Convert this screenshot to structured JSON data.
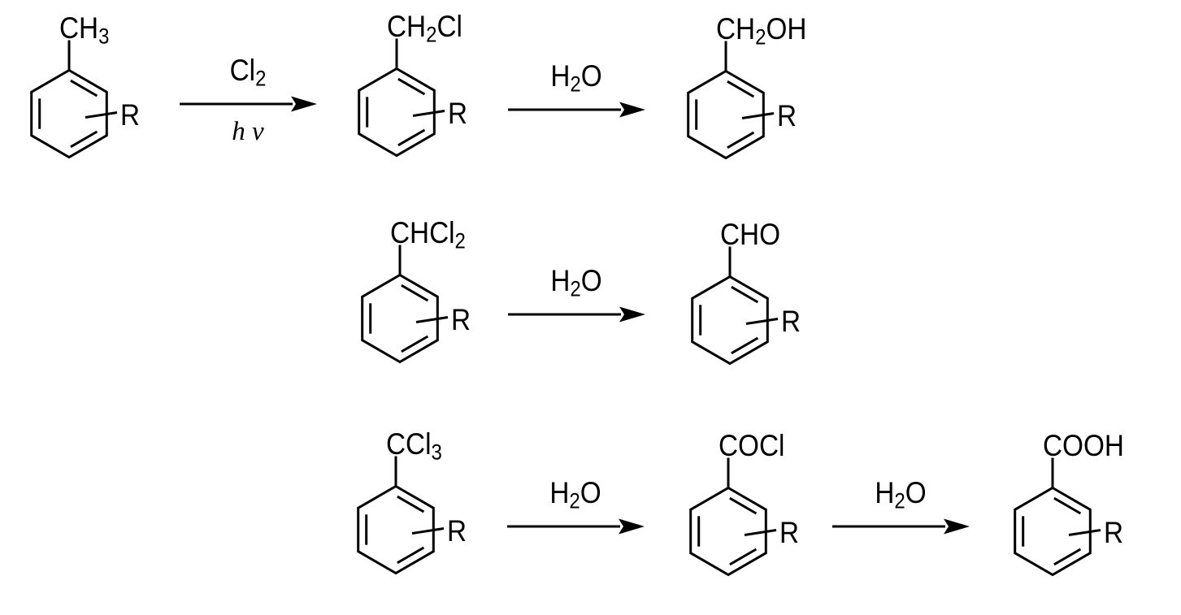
{
  "colors": {
    "background": "#ffffff",
    "line": "#000000",
    "text": "#000000"
  },
  "rows": [
    {
      "items": [
        {
          "kind": "molecule",
          "formula": [
            [
              "CH"
            ],
            [
              "3",
              "sub"
            ]
          ],
          "substituent": "R"
        },
        {
          "kind": "arrow",
          "above": [
            [
              "Cl"
            ],
            [
              "2",
              "sub"
            ]
          ],
          "below": [
            [
              "h ",
              "italic"
            ],
            [
              "ν",
              "italic"
            ]
          ]
        },
        {
          "kind": "molecule",
          "formula": [
            [
              "CH"
            ],
            [
              "2",
              "sub"
            ],
            [
              "Cl"
            ]
          ],
          "substituent": "R"
        },
        {
          "kind": "arrow",
          "above": [
            [
              "H"
            ],
            [
              "2",
              "sub"
            ],
            [
              "O"
            ]
          ],
          "below": []
        },
        {
          "kind": "molecule",
          "formula": [
            [
              "CH"
            ],
            [
              "2",
              "sub"
            ],
            [
              "OH"
            ]
          ],
          "substituent": "R"
        }
      ]
    },
    {
      "items": [
        {
          "kind": "molecule",
          "formula": [
            [
              "CHCl"
            ],
            [
              "2",
              "sub"
            ]
          ],
          "substituent": "R"
        },
        {
          "kind": "arrow",
          "above": [
            [
              "H"
            ],
            [
              "2",
              "sub"
            ],
            [
              "O"
            ]
          ],
          "below": []
        },
        {
          "kind": "molecule",
          "formula": [
            [
              "CHO"
            ]
          ],
          "substituent": "R"
        }
      ]
    },
    {
      "items": [
        {
          "kind": "molecule",
          "formula": [
            [
              "CCl"
            ],
            [
              "3",
              "sub"
            ]
          ],
          "substituent": "R"
        },
        {
          "kind": "arrow",
          "above": [
            [
              "H"
            ],
            [
              "2",
              "sub"
            ],
            [
              "O"
            ]
          ],
          "below": []
        },
        {
          "kind": "molecule",
          "formula": [
            [
              "COCl"
            ]
          ],
          "substituent": "R"
        },
        {
          "kind": "arrow",
          "above": [
            [
              "H"
            ],
            [
              "2",
              "sub"
            ],
            [
              "O"
            ]
          ],
          "below": []
        },
        {
          "kind": "molecule",
          "formula": [
            [
              "COOH"
            ]
          ],
          "substituent": "R"
        }
      ]
    }
  ]
}
